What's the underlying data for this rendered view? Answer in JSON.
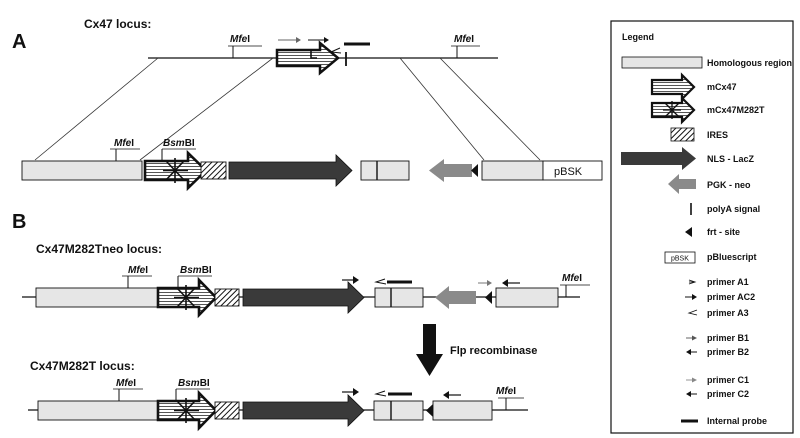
{
  "panels": {
    "a": "A",
    "b": "B"
  },
  "loci": {
    "cx47": "Cx47 locus:",
    "tneo": "Cx47M282Tneo locus:",
    "t": "Cx47M282T locus:"
  },
  "sites": {
    "mfe_prefix": "Mfe",
    "mfe_suffix": "I",
    "bsm_prefix": "Bsm",
    "bsm_suffix": "BI"
  },
  "labels": {
    "pbsk_box": "pBSK",
    "recombinase": "Flp recombinase"
  },
  "legend": {
    "title": "Legend",
    "items": [
      {
        "key": "homologous",
        "label": "Homologous region"
      },
      {
        "key": "mcx47",
        "label": "mCx47"
      },
      {
        "key": "mcx47m",
        "label": "mCx47M282T"
      },
      {
        "key": "ires",
        "label": "IRES"
      },
      {
        "key": "lacz",
        "label": "NLS - LacZ"
      },
      {
        "key": "pgk",
        "label": "PGK - neo"
      },
      {
        "key": "polya",
        "label": "polyA signal"
      },
      {
        "key": "frt",
        "label": "frt - site"
      },
      {
        "key": "pbs",
        "label": "pBluescript",
        "swatch_text": "pBSK"
      },
      {
        "key": "a1",
        "label": "primer A1"
      },
      {
        "key": "ac2",
        "label": "primer AC2"
      },
      {
        "key": "a3",
        "label": "primer A3"
      },
      {
        "key": "b1",
        "label": "primer B1"
      },
      {
        "key": "b2",
        "label": "primer B2"
      },
      {
        "key": "c1",
        "label": "primer C1"
      },
      {
        "key": "c2",
        "label": "primer C2"
      },
      {
        "key": "probe",
        "label": "Internal probe"
      }
    ]
  },
  "colors": {
    "homologous": "#e6e6e6",
    "lacz": "#3a3a3a",
    "pgk": "#8a8a8a",
    "outline": "#111111"
  }
}
